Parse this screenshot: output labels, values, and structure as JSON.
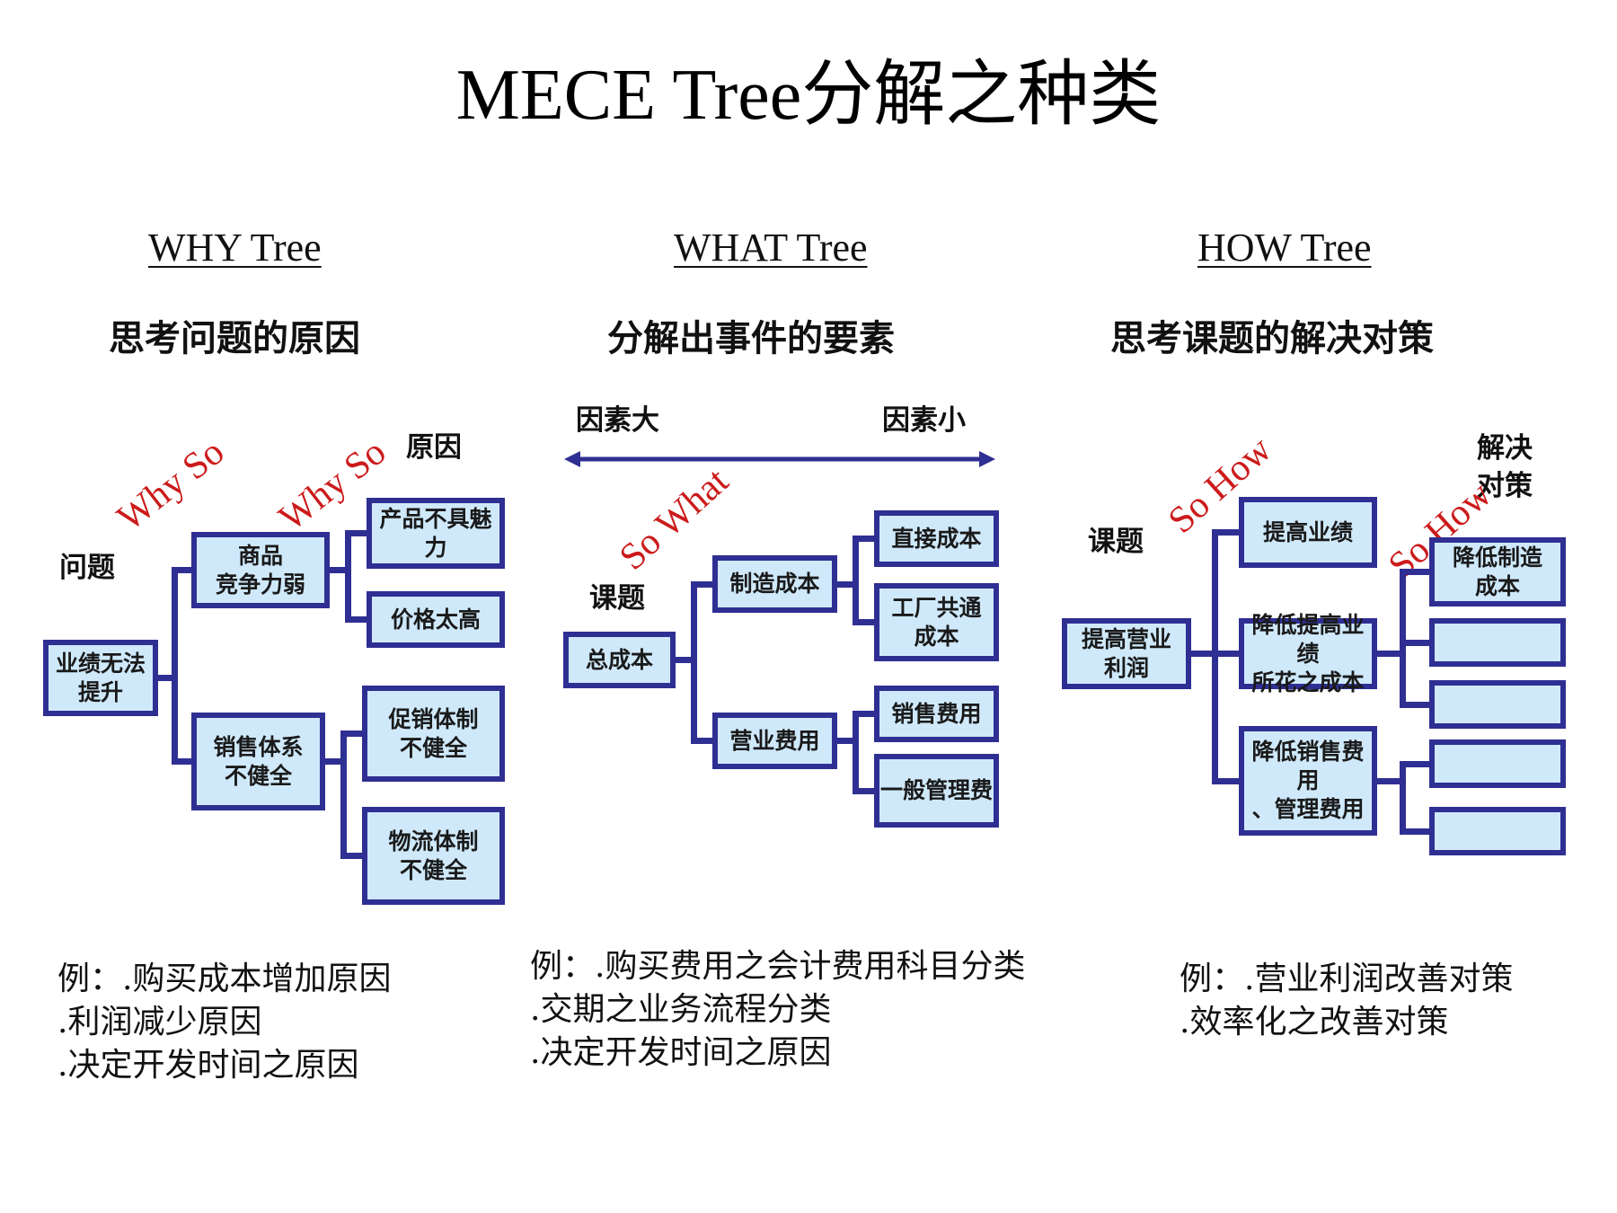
{
  "title": "MECE Tree分解之种类",
  "colors": {
    "box_fill": "#cfe9fb",
    "box_border": "#2f2f93",
    "annotation": "#cc1b1b"
  },
  "trees": {
    "why": {
      "heading": "WHY Tree",
      "subtitle": "思考问题的原因",
      "labels": {
        "problem": "问题",
        "cause": "原因"
      },
      "annotations": [
        "Why So",
        "Why So"
      ],
      "nodes": {
        "root": "业绩无法\n提升",
        "b1": "商品\n竞争力弱",
        "b2": "销售体系\n不健全",
        "b1c1": "产品不具魅力",
        "b1c2": "价格太高",
        "b2c1": "促销体制\n不健全",
        "b2c2": "物流体制\n不健全"
      },
      "examples": [
        "例：.购买成本增加原因",
        ".利润减少原因",
        ".决定开发时间之原因"
      ]
    },
    "what": {
      "heading": "WHAT Tree",
      "subtitle": "分解出事件的要素",
      "labels": {
        "topic": "课题",
        "factor_large": "因素大",
        "factor_small": "因素小"
      },
      "annotations": [
        "So What"
      ],
      "nodes": {
        "root": "总成本",
        "b1": "制造成本",
        "b2": "营业费用",
        "b1c1": "直接成本",
        "b1c2": "工厂共通\n成本",
        "b2c1": "销售费用",
        "b2c2": "一般管理费"
      },
      "examples": [
        "例：.购买费用之会计费用科目分类",
        ".交期之业务流程分类",
        ".决定开发时间之原因"
      ]
    },
    "how": {
      "heading": "HOW Tree",
      "subtitle": "思考课题的解决对策",
      "labels": {
        "topic": "课题",
        "solution": "解决\n对策"
      },
      "annotations": [
        "So How",
        "So How"
      ],
      "nodes": {
        "root": "提高营业\n利润",
        "b1": "提高业绩",
        "b2": "降低提高业绩\n所花之成本",
        "b3": "降低销售费用\n、管理费用",
        "b2c1": "降低制造\n成本",
        "b2c2": "",
        "b2c3": "",
        "b3c1": "",
        "b3c2": ""
      },
      "examples": [
        "例：.营业利润改善对策",
        ".效率化之改善对策"
      ]
    }
  }
}
